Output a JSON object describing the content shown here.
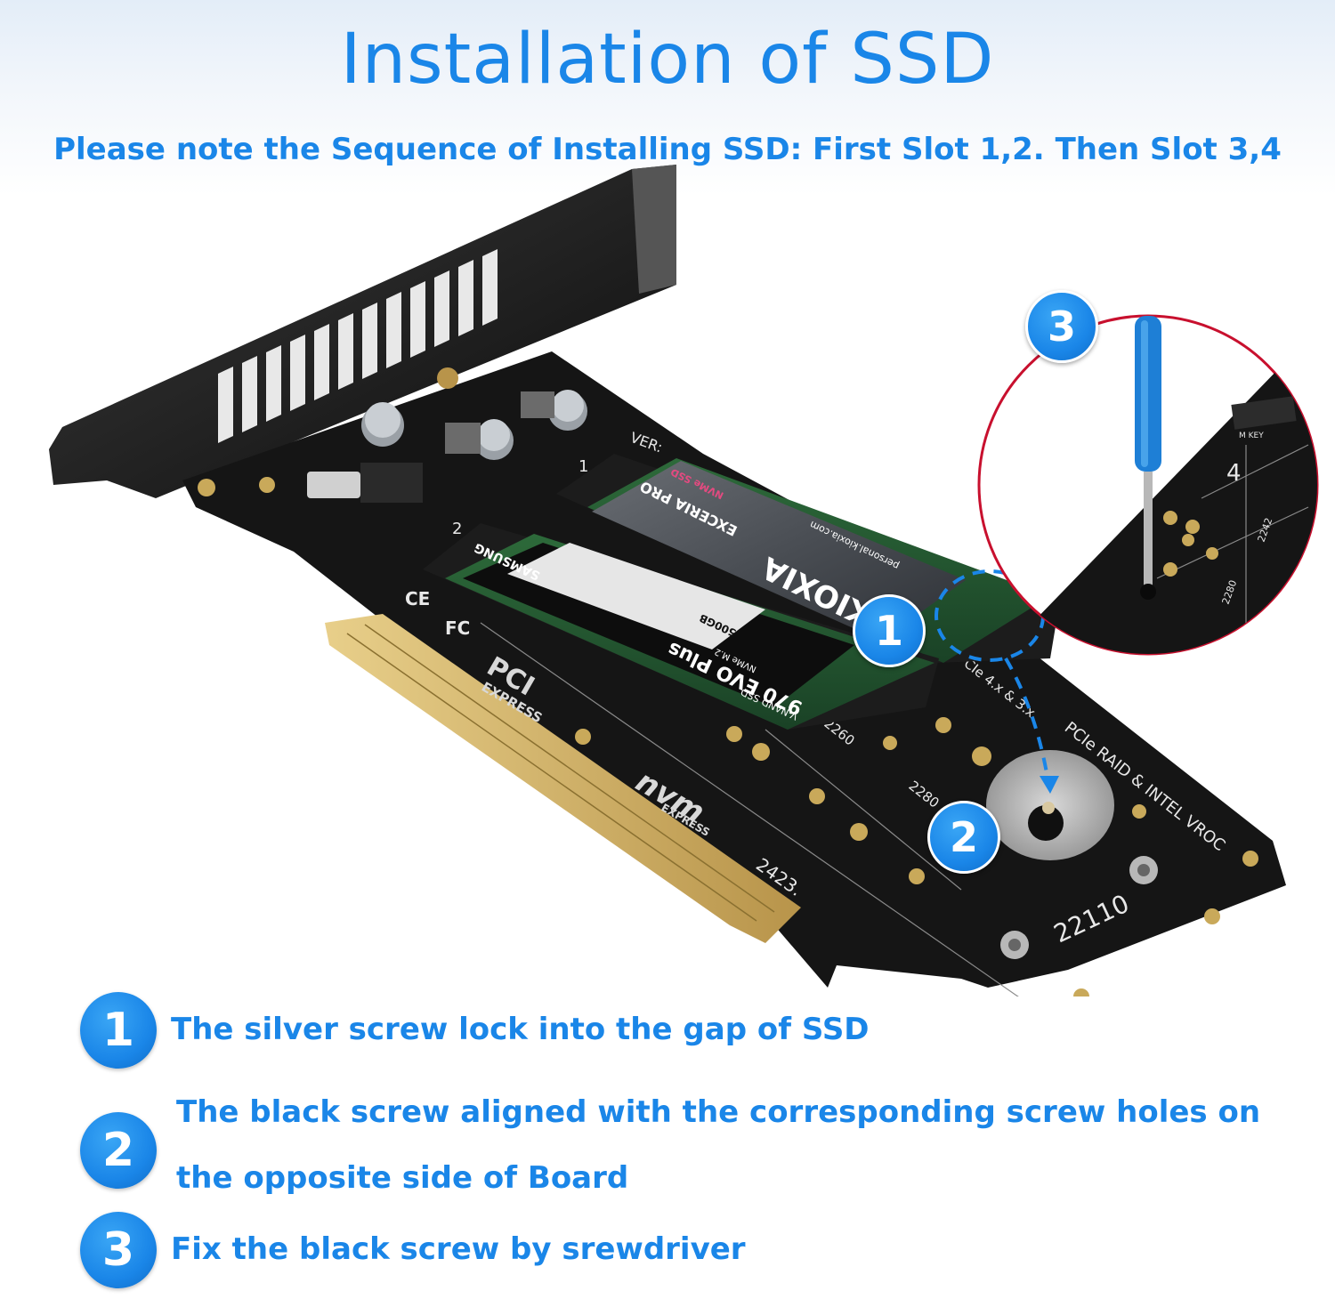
{
  "header": {
    "title": "Installation of SSD",
    "subtitle": "Please note the Sequence of Installing SSD: First Slot 1,2. Then Slot 3,4"
  },
  "board": {
    "ver_label": "VER:",
    "slot_1": "1",
    "slot_2": "2",
    "slot_4": "4",
    "pcie_text": "PCIe RAID & INTEL VROC",
    "pcie_gen": "PCIe 4.x & 3.x",
    "len_2260": "2260",
    "len_2280": "2280",
    "len_22110": "22110",
    "len_2242": "2242",
    "pci_express_1": "PCI",
    "pci_express_2": "EXPRESS",
    "nvm_1": "nvm",
    "nvm_2": "EXPRESS",
    "date_code": "2423.",
    "ce_mark": "CE",
    "fc_mark": "FC",
    "mkey": "M KEY"
  },
  "ssd_samsung": {
    "brand": "SAMSUNG",
    "model": "970 EVO Plus",
    "desc": "V-NAND SSD",
    "interface": "NVMe M.2",
    "capacity": "500GB"
  },
  "ssd_kioxia": {
    "brand": "KIOXIA",
    "model": "EXCERIA PRO",
    "interface": "NVMe SSD",
    "url": "personal.kioxia.com"
  },
  "callouts": {
    "c1": "1",
    "c2": "2",
    "c3": "3"
  },
  "steps": [
    {
      "num": "1",
      "text": "The silver screw lock into the gap of SSD"
    },
    {
      "num": "2",
      "line1": "The black screw aligned with the corresponding screw holes on",
      "line2": "the opposite side of Board"
    },
    {
      "num": "3",
      "text": "Fix the black screw by srewdriver"
    }
  ],
  "colors": {
    "accent": "#1a86e8",
    "pcb": "#141414",
    "gold": "#d4b56a",
    "zoom_ring": "#c8102e"
  }
}
